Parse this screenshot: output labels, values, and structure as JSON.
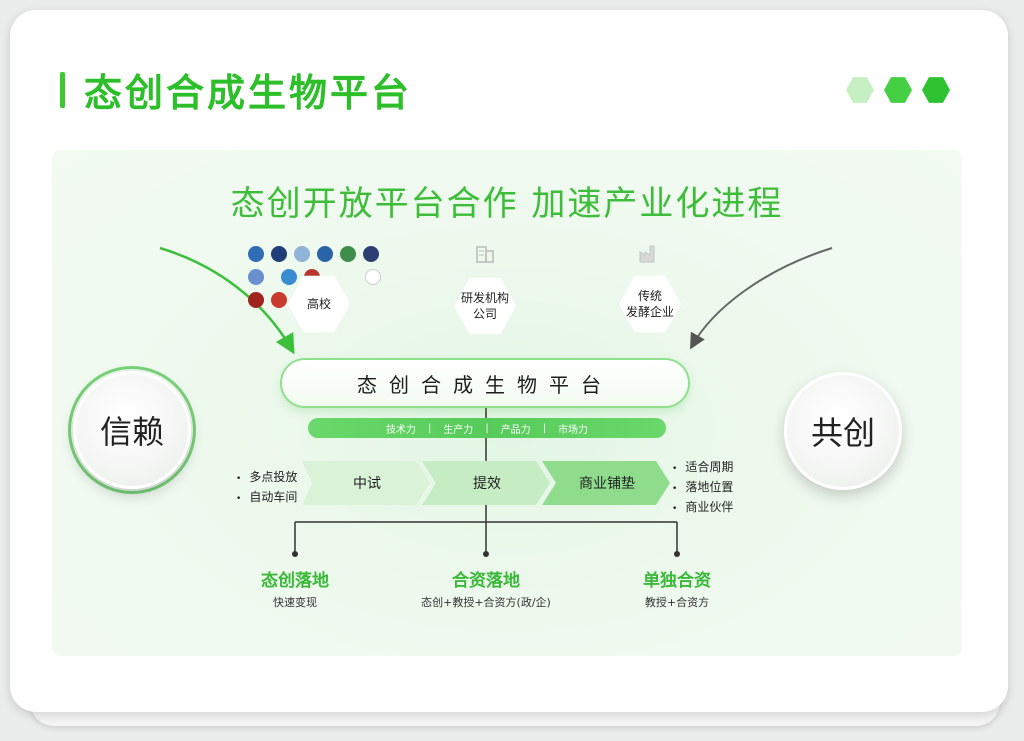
{
  "title": "态创合成生物平台",
  "subtitle": "态创开放平台合作  加速产业化进程",
  "colors": {
    "accent": "#3cc832",
    "hex_light": "#c6efc3",
    "hex_mid": "#45cf43",
    "hex_dark": "#2fc332"
  },
  "partners": [
    {
      "label": "高校",
      "icon": "university-logos"
    },
    {
      "label": "研发机构\n公司",
      "icon": "building-icon"
    },
    {
      "label": "传统\n发酵企业",
      "icon": "factory-icon"
    }
  ],
  "left_bubble": "信赖",
  "right_bubble": "共创",
  "platform_label": "态创合成生物平台",
  "capabilities": [
    "技术力",
    "生产力",
    "产品力",
    "市场力"
  ],
  "stages": [
    "中试",
    "提效",
    "商业铺垫"
  ],
  "left_points": [
    "多点投放",
    "自动车间"
  ],
  "right_points": [
    "适合周期",
    "落地位置",
    "商业伙伴"
  ],
  "outcomes": [
    {
      "title": "态创落地",
      "desc": "快速变现"
    },
    {
      "title": "合资落地",
      "desc": "态创+教授+合资方(政/企)"
    },
    {
      "title": "单独合资",
      "desc": "教授+合资方"
    }
  ]
}
